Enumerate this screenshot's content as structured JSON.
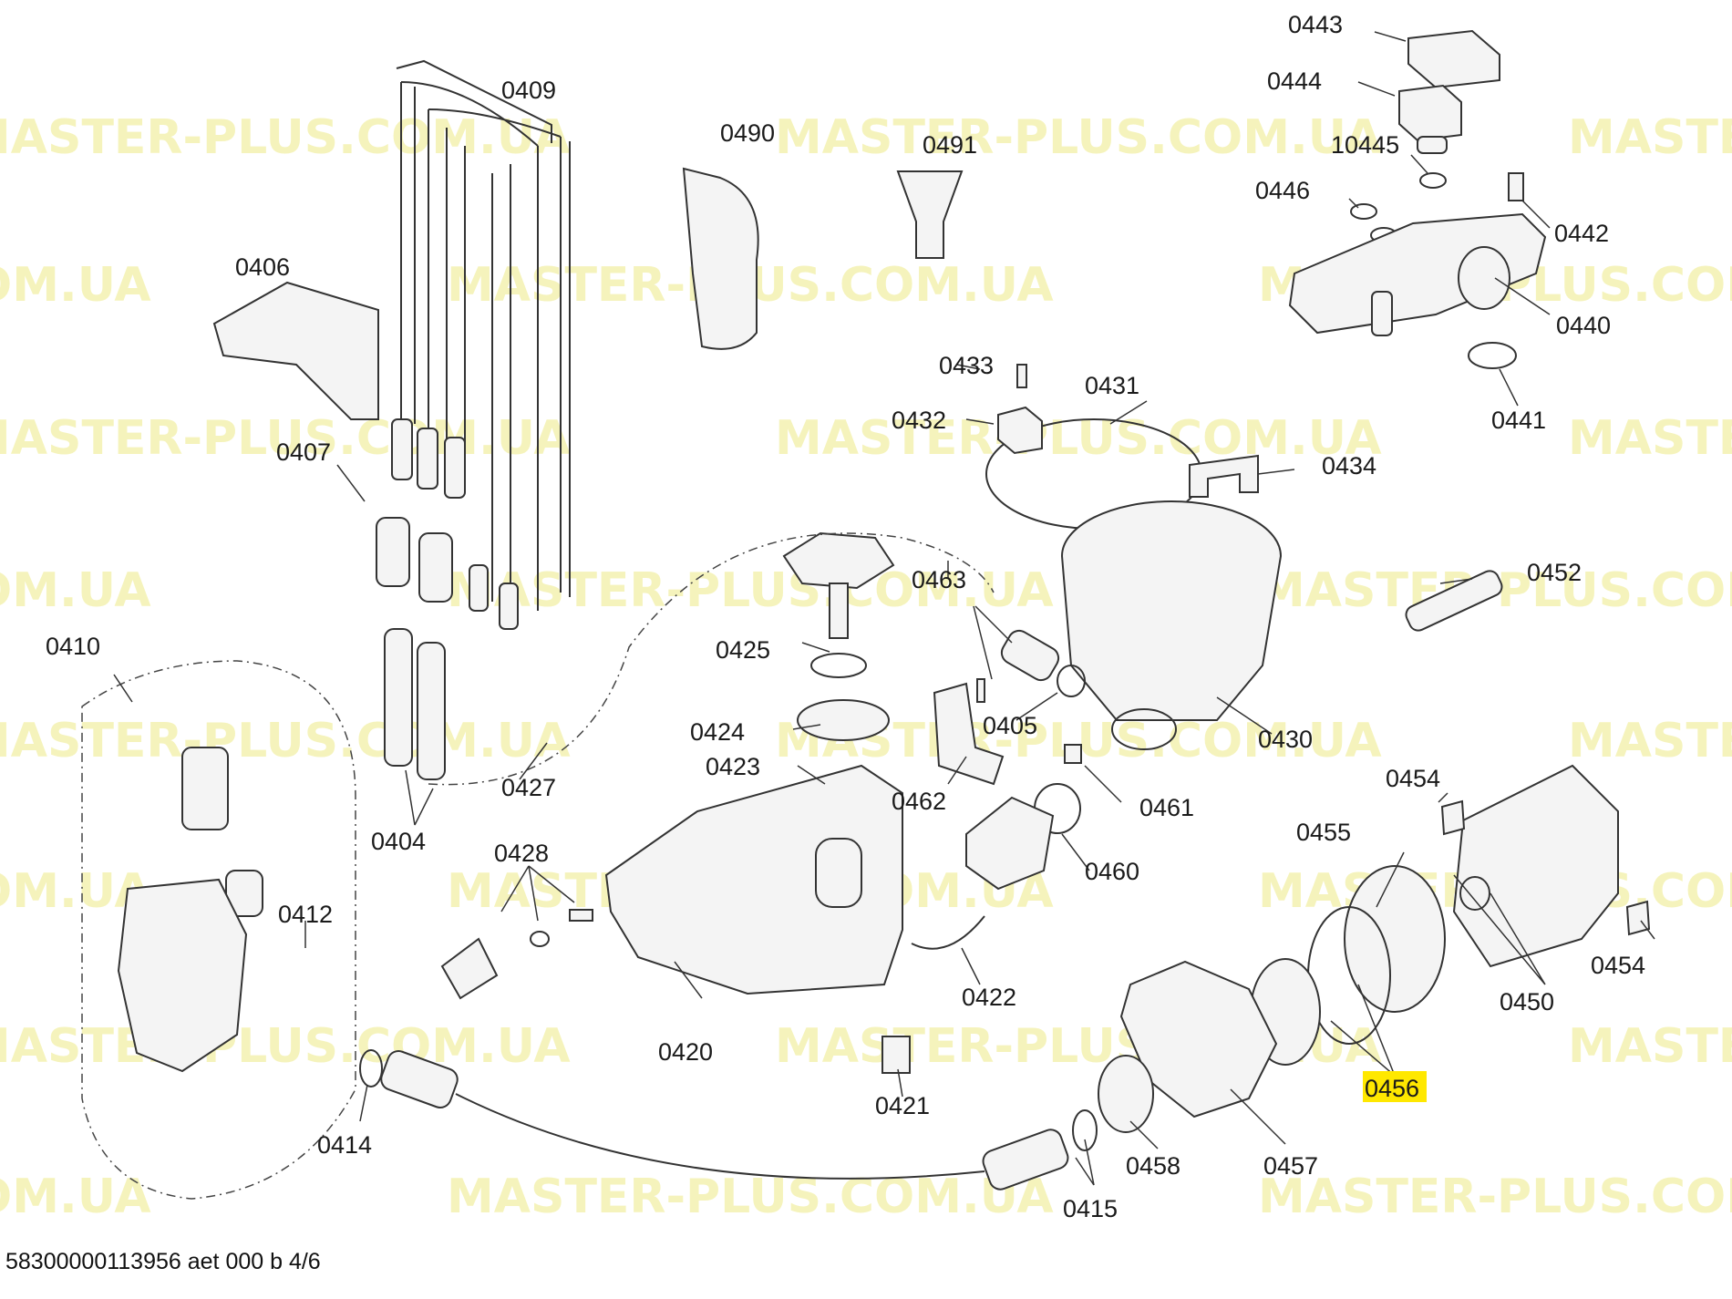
{
  "watermark": "MASTER-PLUS.COM.UA",
  "watermark_color": "#f2f0a6",
  "highlight_color": "#ffe800",
  "highlighted_part": "0456",
  "footer": "58300000113956 aet 000 b 4/6",
  "parts": [
    {
      "id": "0443",
      "label": "0443"
    },
    {
      "id": "0444",
      "label": "0444"
    },
    {
      "id": "10445",
      "label": "10445"
    },
    {
      "id": "0446",
      "label": "0446"
    },
    {
      "id": "0442",
      "label": "0442"
    },
    {
      "id": "0440",
      "label": "0440"
    },
    {
      "id": "0441",
      "label": "0441"
    },
    {
      "id": "0409",
      "label": "0409"
    },
    {
      "id": "0490",
      "label": "0490"
    },
    {
      "id": "0491",
      "label": "0491"
    },
    {
      "id": "0406",
      "label": "0406"
    },
    {
      "id": "0407",
      "label": "0407"
    },
    {
      "id": "0433",
      "label": "0433"
    },
    {
      "id": "0432",
      "label": "0432"
    },
    {
      "id": "0431",
      "label": "0431"
    },
    {
      "id": "0434",
      "label": "0434"
    },
    {
      "id": "0452",
      "label": "0452"
    },
    {
      "id": "0463",
      "label": "0463"
    },
    {
      "id": "0425",
      "label": "0425"
    },
    {
      "id": "0410",
      "label": "0410"
    },
    {
      "id": "0405",
      "label": "0405"
    },
    {
      "id": "0430",
      "label": "0430"
    },
    {
      "id": "0424",
      "label": "0424"
    },
    {
      "id": "0423",
      "label": "0423"
    },
    {
      "id": "0427",
      "label": "0427"
    },
    {
      "id": "0462",
      "label": "0462"
    },
    {
      "id": "0461",
      "label": "0461"
    },
    {
      "id": "0454a",
      "label": "0454"
    },
    {
      "id": "0455",
      "label": "0455"
    },
    {
      "id": "0404",
      "label": "0404"
    },
    {
      "id": "0428",
      "label": "0428"
    },
    {
      "id": "0460",
      "label": "0460"
    },
    {
      "id": "0412",
      "label": "0412"
    },
    {
      "id": "0422",
      "label": "0422"
    },
    {
      "id": "0454b",
      "label": "0454"
    },
    {
      "id": "0450",
      "label": "0450"
    },
    {
      "id": "0420",
      "label": "0420"
    },
    {
      "id": "0456",
      "label": "0456"
    },
    {
      "id": "0421",
      "label": "0421"
    },
    {
      "id": "0414",
      "label": "0414"
    },
    {
      "id": "0458",
      "label": "0458"
    },
    {
      "id": "0457",
      "label": "0457"
    },
    {
      "id": "0415",
      "label": "0415"
    }
  ]
}
